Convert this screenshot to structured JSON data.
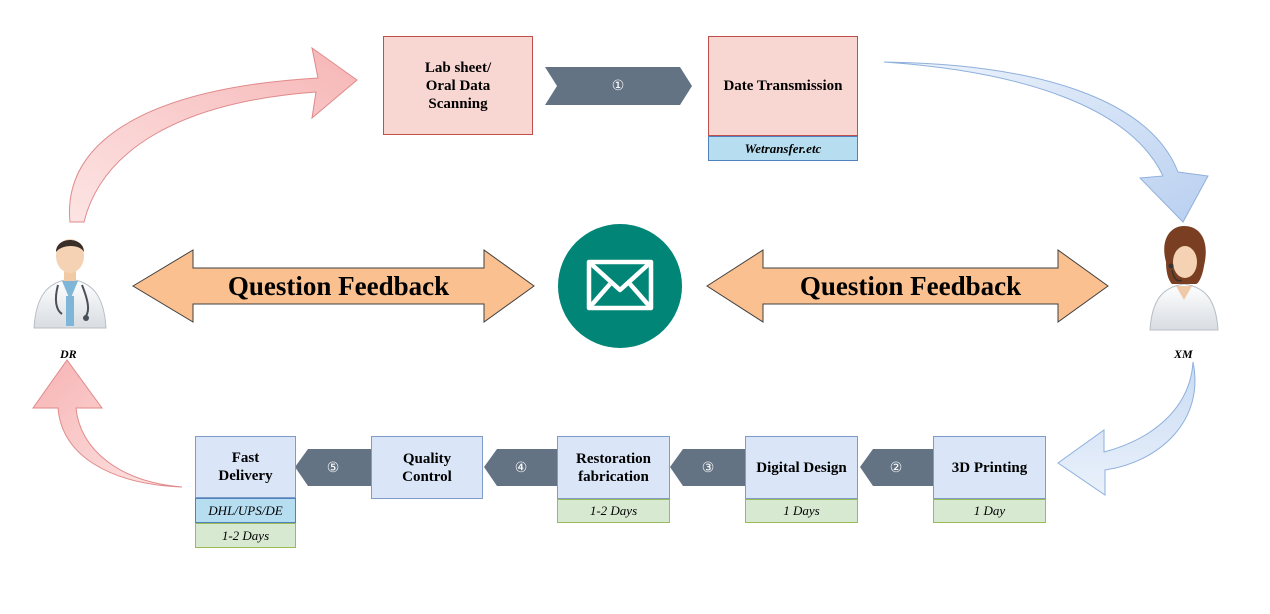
{
  "top_flow": {
    "box1": {
      "line1": "Lab sheet/",
      "line2": "Oral Data",
      "line3": "Scanning"
    },
    "step1": "①",
    "box2": {
      "title": "Date Transmission",
      "sub": "Wetransfer.etc"
    }
  },
  "feedback": {
    "left": "Question Feedback",
    "right": "Question Feedback"
  },
  "people": {
    "left": "DR",
    "right": "XM"
  },
  "bottom_flow": {
    "print": {
      "title": "3D Printing",
      "days": "1 Day"
    },
    "step2": "②",
    "design": {
      "title": "Digital Design",
      "days": "1 Days"
    },
    "step3": "③",
    "fab": {
      "line1": "Restoration",
      "line2": "fabrication",
      "days": "1-2 Days"
    },
    "step4": "④",
    "qc": {
      "line1": "Quality",
      "line2": "Control"
    },
    "step5": "⑤",
    "delivery": {
      "line1": "Fast",
      "line2": "Delivery",
      "carrier": "DHL/UPS/DE",
      "days": "1-2 Days"
    }
  },
  "colors": {
    "pink_fill": "#f8d7d3",
    "pink_border": "#c0504d",
    "blue_fill": "#dae6f8",
    "blue_border": "#7f9cc8",
    "step_arrow": "#647384",
    "feedback_arrow": "#fac08f",
    "mail_circle": "#008576",
    "green_fill": "#d8e9d2"
  },
  "icons": {
    "mail": "envelope-icon",
    "doctor": "doctor-avatar-icon",
    "agent": "support-agent-avatar-icon"
  }
}
